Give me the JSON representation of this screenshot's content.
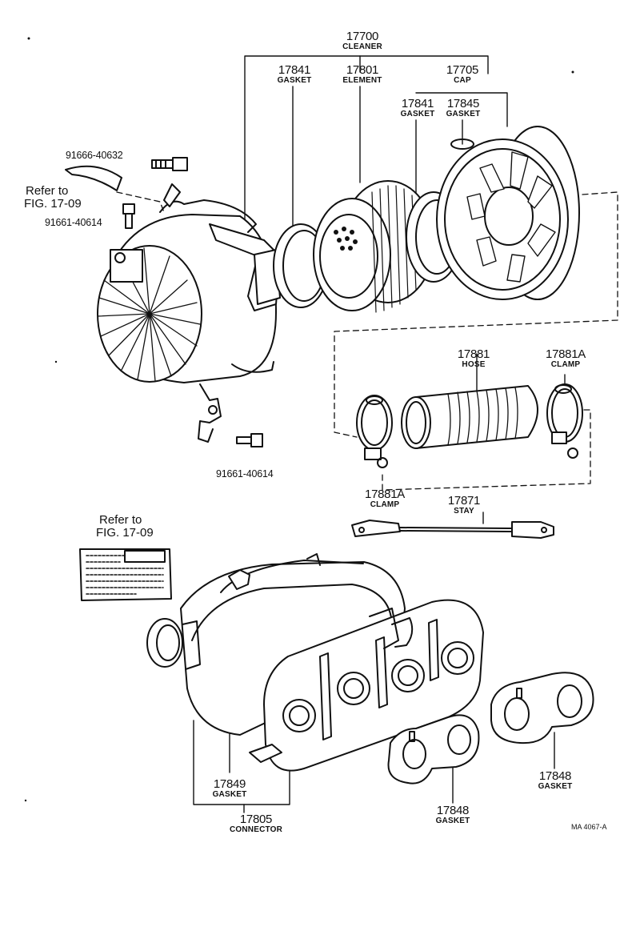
{
  "parts": {
    "cleaner": {
      "number": "17700",
      "name": "CLEANER"
    },
    "gasket_top": {
      "number": "17841",
      "name": "GASKET"
    },
    "element": {
      "number": "17801",
      "name": "ELEMENT"
    },
    "cap": {
      "number": "17705",
      "name": "CAP"
    },
    "gasket_b": {
      "number": "17841",
      "name": "GASKET"
    },
    "gasket_c": {
      "number": "17845",
      "name": "GASKET"
    },
    "hose": {
      "number": "17881",
      "name": "HOSE"
    },
    "clamp_right": {
      "number": "17881A",
      "name": "CLAMP"
    },
    "clamp_left": {
      "number": "17881A",
      "name": "CLAMP"
    },
    "stay": {
      "number": "17871",
      "name": "STAY"
    },
    "gasket_849": {
      "number": "17849",
      "name": "GASKET"
    },
    "connector": {
      "number": "17805",
      "name": "CONNECTOR"
    },
    "gasket_848_mid": {
      "number": "17848",
      "name": "GASKET"
    },
    "gasket_848_right": {
      "number": "17848",
      "name": "GASKET"
    }
  },
  "bolts": {
    "top": "91666-40632",
    "left": "91661-40614",
    "lower": "91661-40614"
  },
  "refs": {
    "top_line1": "Refer to",
    "top_line2": "FIG. 17-09",
    "mid_line1": "Refer to",
    "mid_line2": "FIG. 17-09"
  },
  "figure_code": "MA 4067-A"
}
